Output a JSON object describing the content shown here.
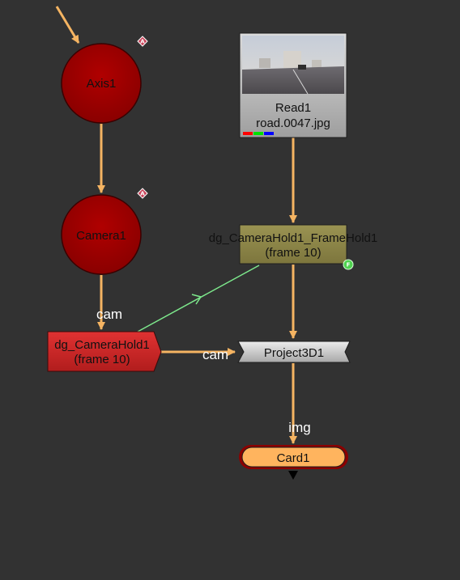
{
  "colors": {
    "background": "#323232",
    "pipe": "#f5b462",
    "camera_pipe": "#7de88c",
    "sphere_red": "#b00000",
    "camerahold_red": "#d42b2b",
    "framehold_olive": "#8f8748",
    "project_grey": "#c8c8c8",
    "card_orange": "#ffb45e",
    "card_outline": "#8b0000"
  },
  "nodes": {
    "axis": {
      "label": "Axis1",
      "badge": "A"
    },
    "camera": {
      "label": "Camera1",
      "badge": "A"
    },
    "read": {
      "label": "Read1",
      "file": "road.0047.jpg",
      "channel_colors": [
        "#ff0000",
        "#00e000",
        "#0000ff"
      ]
    },
    "framehold": {
      "label": "dg_CameraHold1_FrameHold1",
      "frame": "(frame 10)",
      "badge": "F"
    },
    "camerahold": {
      "label": "dg_CameraHold1",
      "frame": "(frame 10)"
    },
    "project": {
      "label": "Project3D1"
    },
    "card": {
      "label": "Card1"
    }
  },
  "inputs": {
    "camerahold_cam": "cam",
    "project_cam": "cam",
    "card_img": "img"
  }
}
